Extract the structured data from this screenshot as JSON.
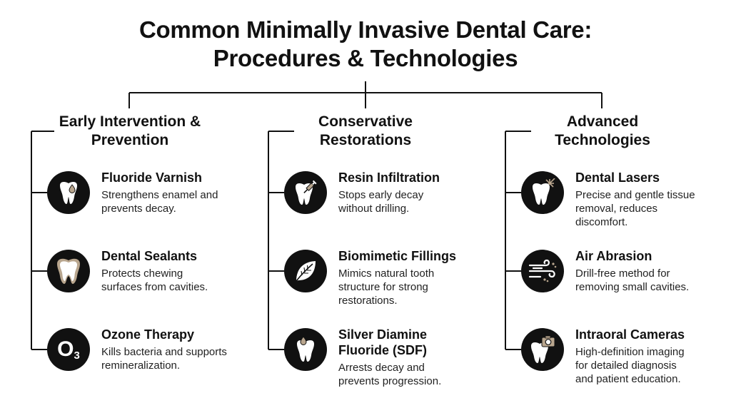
{
  "title": {
    "line1": "Common Minimally Invasive Dental Care:",
    "line2": "Procedures & Technologies"
  },
  "columns": [
    {
      "heading_line1": "Early Intervention &",
      "heading_line2": "Prevention",
      "items": [
        {
          "title": "Fluoride Varnish",
          "desc_line1": "Strengthens enamel and",
          "desc_line2": "prevents decay.",
          "icon": "tooth-drop-icon"
        },
        {
          "title": "Dental Sealants",
          "desc_line1": "Protects chewing",
          "desc_line2": "surfaces from cavities.",
          "icon": "sealed-tooth-icon"
        },
        {
          "title": "Ozone Therapy",
          "desc_line1": "Kills bacteria and supports",
          "desc_line2": "remineralization.",
          "icon": "ozone-o3-icon",
          "icon_text": "O",
          "icon_sub": "3"
        }
      ]
    },
    {
      "heading_line1": "Conservative",
      "heading_line2": "Restorations",
      "items": [
        {
          "title": "Resin Infiltration",
          "desc_line1": "Stops early decay",
          "desc_line2": "without drilling.",
          "icon": "tooth-syringe-icon"
        },
        {
          "title": "Biomimetic Fillings",
          "desc_line1": "Mimics natural tooth",
          "desc_line2": "structure for strong",
          "desc_line3": "restorations.",
          "icon": "leaf-icon"
        },
        {
          "title_line1": "Silver Diamine",
          "title_line2": "Fluoride (SDF)",
          "desc_line1": "Arrests decay and",
          "desc_line2": "prevents progression.",
          "icon": "tooth-drop-icon"
        }
      ]
    },
    {
      "heading_line1": "Advanced",
      "heading_line2": "Technologies",
      "items": [
        {
          "title": "Dental Lasers",
          "desc_line1": "Precise and gentle tissue",
          "desc_line2": "removal, reduces",
          "desc_line3": "discomfort.",
          "icon": "tooth-laser-icon"
        },
        {
          "title": "Air Abrasion",
          "desc_line1": "Drill-free method for",
          "desc_line2": "removing small cavities.",
          "icon": "air-flow-icon"
        },
        {
          "title": "Intraoral Cameras",
          "desc_line1": "High-definition imaging",
          "desc_line2": "for detailed diagnosis",
          "desc_line3": "and patient education.",
          "icon": "tooth-camera-icon"
        }
      ]
    }
  ],
  "colors": {
    "text": "#111111",
    "icon_bg": "#111111",
    "icon_fg": "#ffffff",
    "accent": "#b9a68e"
  }
}
